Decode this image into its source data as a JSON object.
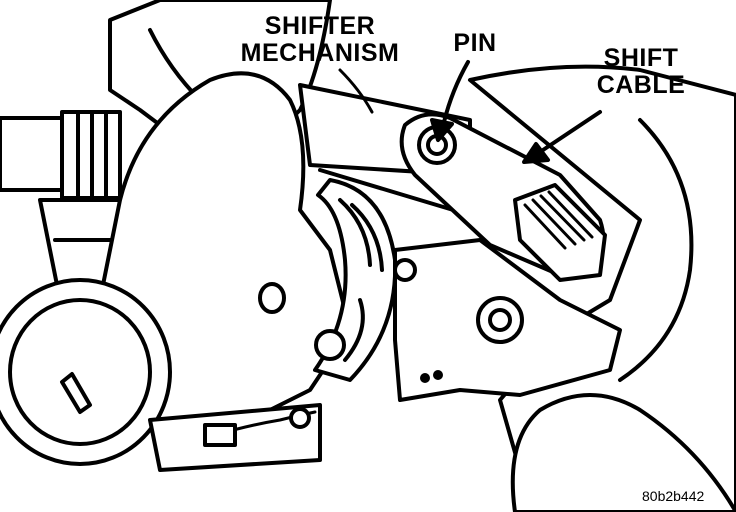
{
  "labels": {
    "shifter_line1": "SHIFTER",
    "shifter_line2": "MECHANISM",
    "pin": "PIN",
    "shift_line1": "SHIFT",
    "shift_line2": "CABLE"
  },
  "figure_code": "80b2b442",
  "colors": {
    "ink": "#000000",
    "paper": "#ffffff"
  }
}
